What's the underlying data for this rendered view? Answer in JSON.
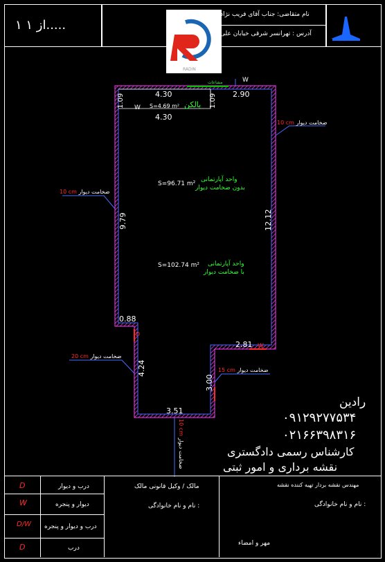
{
  "header": {
    "page_number": "۱ از ۱.....",
    "owner_label": "نام متقاضی: جناب آقای فریب نژاد",
    "address_label": "آدرس : تهرانسر شرقی  خیابان علی",
    "logo_caption": "RADIN"
  },
  "plan": {
    "balcony_label": "بالکن",
    "balcony_area": "S=4.69 m²",
    "unit_without_wall_l1": "واحد آپارتمانی",
    "unit_without_wall_l2": "بدون ضخامت دیوار",
    "area_without_wall": "S=96.71 m²",
    "unit_with_wall_l1": "واحد آپارتمانی",
    "unit_with_wall_l2": "با ضخامت دیوار",
    "area_with_wall": "S=102.74 m²",
    "top_note": "مشاعات",
    "dims": {
      "top_left": "4.30",
      "top_right": "2.90",
      "balcony_bottom": "4.30",
      "balcony_left": "1.09",
      "balcony_right": "1.09",
      "left_upper": "9.79",
      "right": "12.12",
      "step_top": "0.88",
      "step_right": "2.81",
      "left_lower": "4.24",
      "lower_right": "3.00",
      "bottom": "3.51"
    },
    "wall_notes": {
      "right_top_prefix": "ضخامت دیوار",
      "right_top_value": "10 cm",
      "left_upper_prefix": "ضخامت دیوار",
      "left_upper_value": "10 cm",
      "left_lower_prefix": "ضخامت دیوار",
      "left_lower_value": "20 cm",
      "right_lower_prefix": "ضخامت دیوار",
      "right_lower_value": "15 cm",
      "bottom_prefix": "ضخامت دیوار",
      "bottom_value": "10 cm"
    },
    "window_mark": "W",
    "door_mark": "D"
  },
  "contact": {
    "name": "رادین",
    "phone1": "۰۹۱۲۹۲۷۷۵۳۴",
    "phone2": "۰۲۱۶۶۳۹۸۳۱۶",
    "title_l1": "کارشناس رسمی دادگستری",
    "title_l2": "نقشه برداری و امور ثبتی"
  },
  "footer": {
    "legend": [
      {
        "symbol": "D",
        "label": "درب و دیوار"
      },
      {
        "symbol": "W",
        "label": "دیوار و پنجره"
      },
      {
        "symbol": "D/W",
        "label": "درب و دیوار و پنجره"
      },
      {
        "symbol": "D",
        "label": "درب"
      }
    ],
    "owner_block_l1": "مالک / وکیل قانونی مالک",
    "owner_block_l2": "نام و نام خانوادگی :",
    "engineer_l1": "مهندس نقشه بردار تهیه کننده نقشه",
    "engineer_l2": "نام و نام خانوادگی :",
    "engineer_l3": "مهر و امضاء"
  },
  "colors": {
    "wall_hatch": "#ff3cff",
    "wall_line": "#4a6bff",
    "label_green": "#33ff33",
    "label_red": "#ff2a2a",
    "logo_red": "#e0251b",
    "logo_blue": "#1a66b3"
  }
}
